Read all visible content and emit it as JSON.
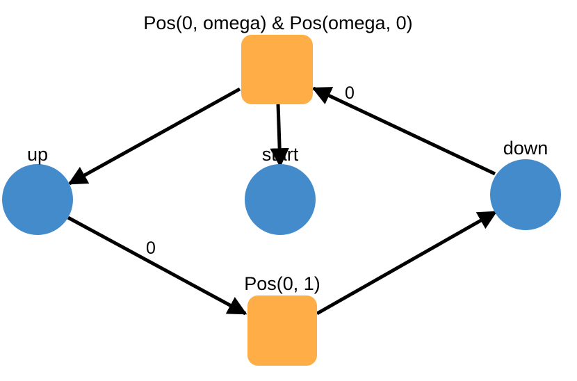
{
  "colors": {
    "circle_node": "#448bcb",
    "square_node": "#ffae47",
    "edge": "#000000",
    "background": "#ffffff"
  },
  "nodes": [
    {
      "id": "pos-omega",
      "shape": "square",
      "label": "Pos(0, omega) & Pos(omega, 0)"
    },
    {
      "id": "up",
      "shape": "circle",
      "label": "up"
    },
    {
      "id": "start",
      "shape": "circle",
      "label": "start"
    },
    {
      "id": "down",
      "shape": "circle",
      "label": "down"
    },
    {
      "id": "pos-0-1",
      "shape": "square",
      "label": "Pos(0, 1)"
    }
  ],
  "edges": [
    {
      "id": "pos-omega-to-up",
      "from": "pos-omega",
      "to": "up",
      "label": ""
    },
    {
      "id": "pos-omega-to-start",
      "from": "pos-omega",
      "to": "start",
      "label": ""
    },
    {
      "id": "down-to-pos-omega",
      "from": "down",
      "to": "pos-omega",
      "label": "0"
    },
    {
      "id": "up-to-pos-0-1",
      "from": "up",
      "to": "pos-0-1",
      "label": "0"
    },
    {
      "id": "pos-0-1-to-down",
      "from": "pos-0-1",
      "to": "down",
      "label": ""
    }
  ]
}
